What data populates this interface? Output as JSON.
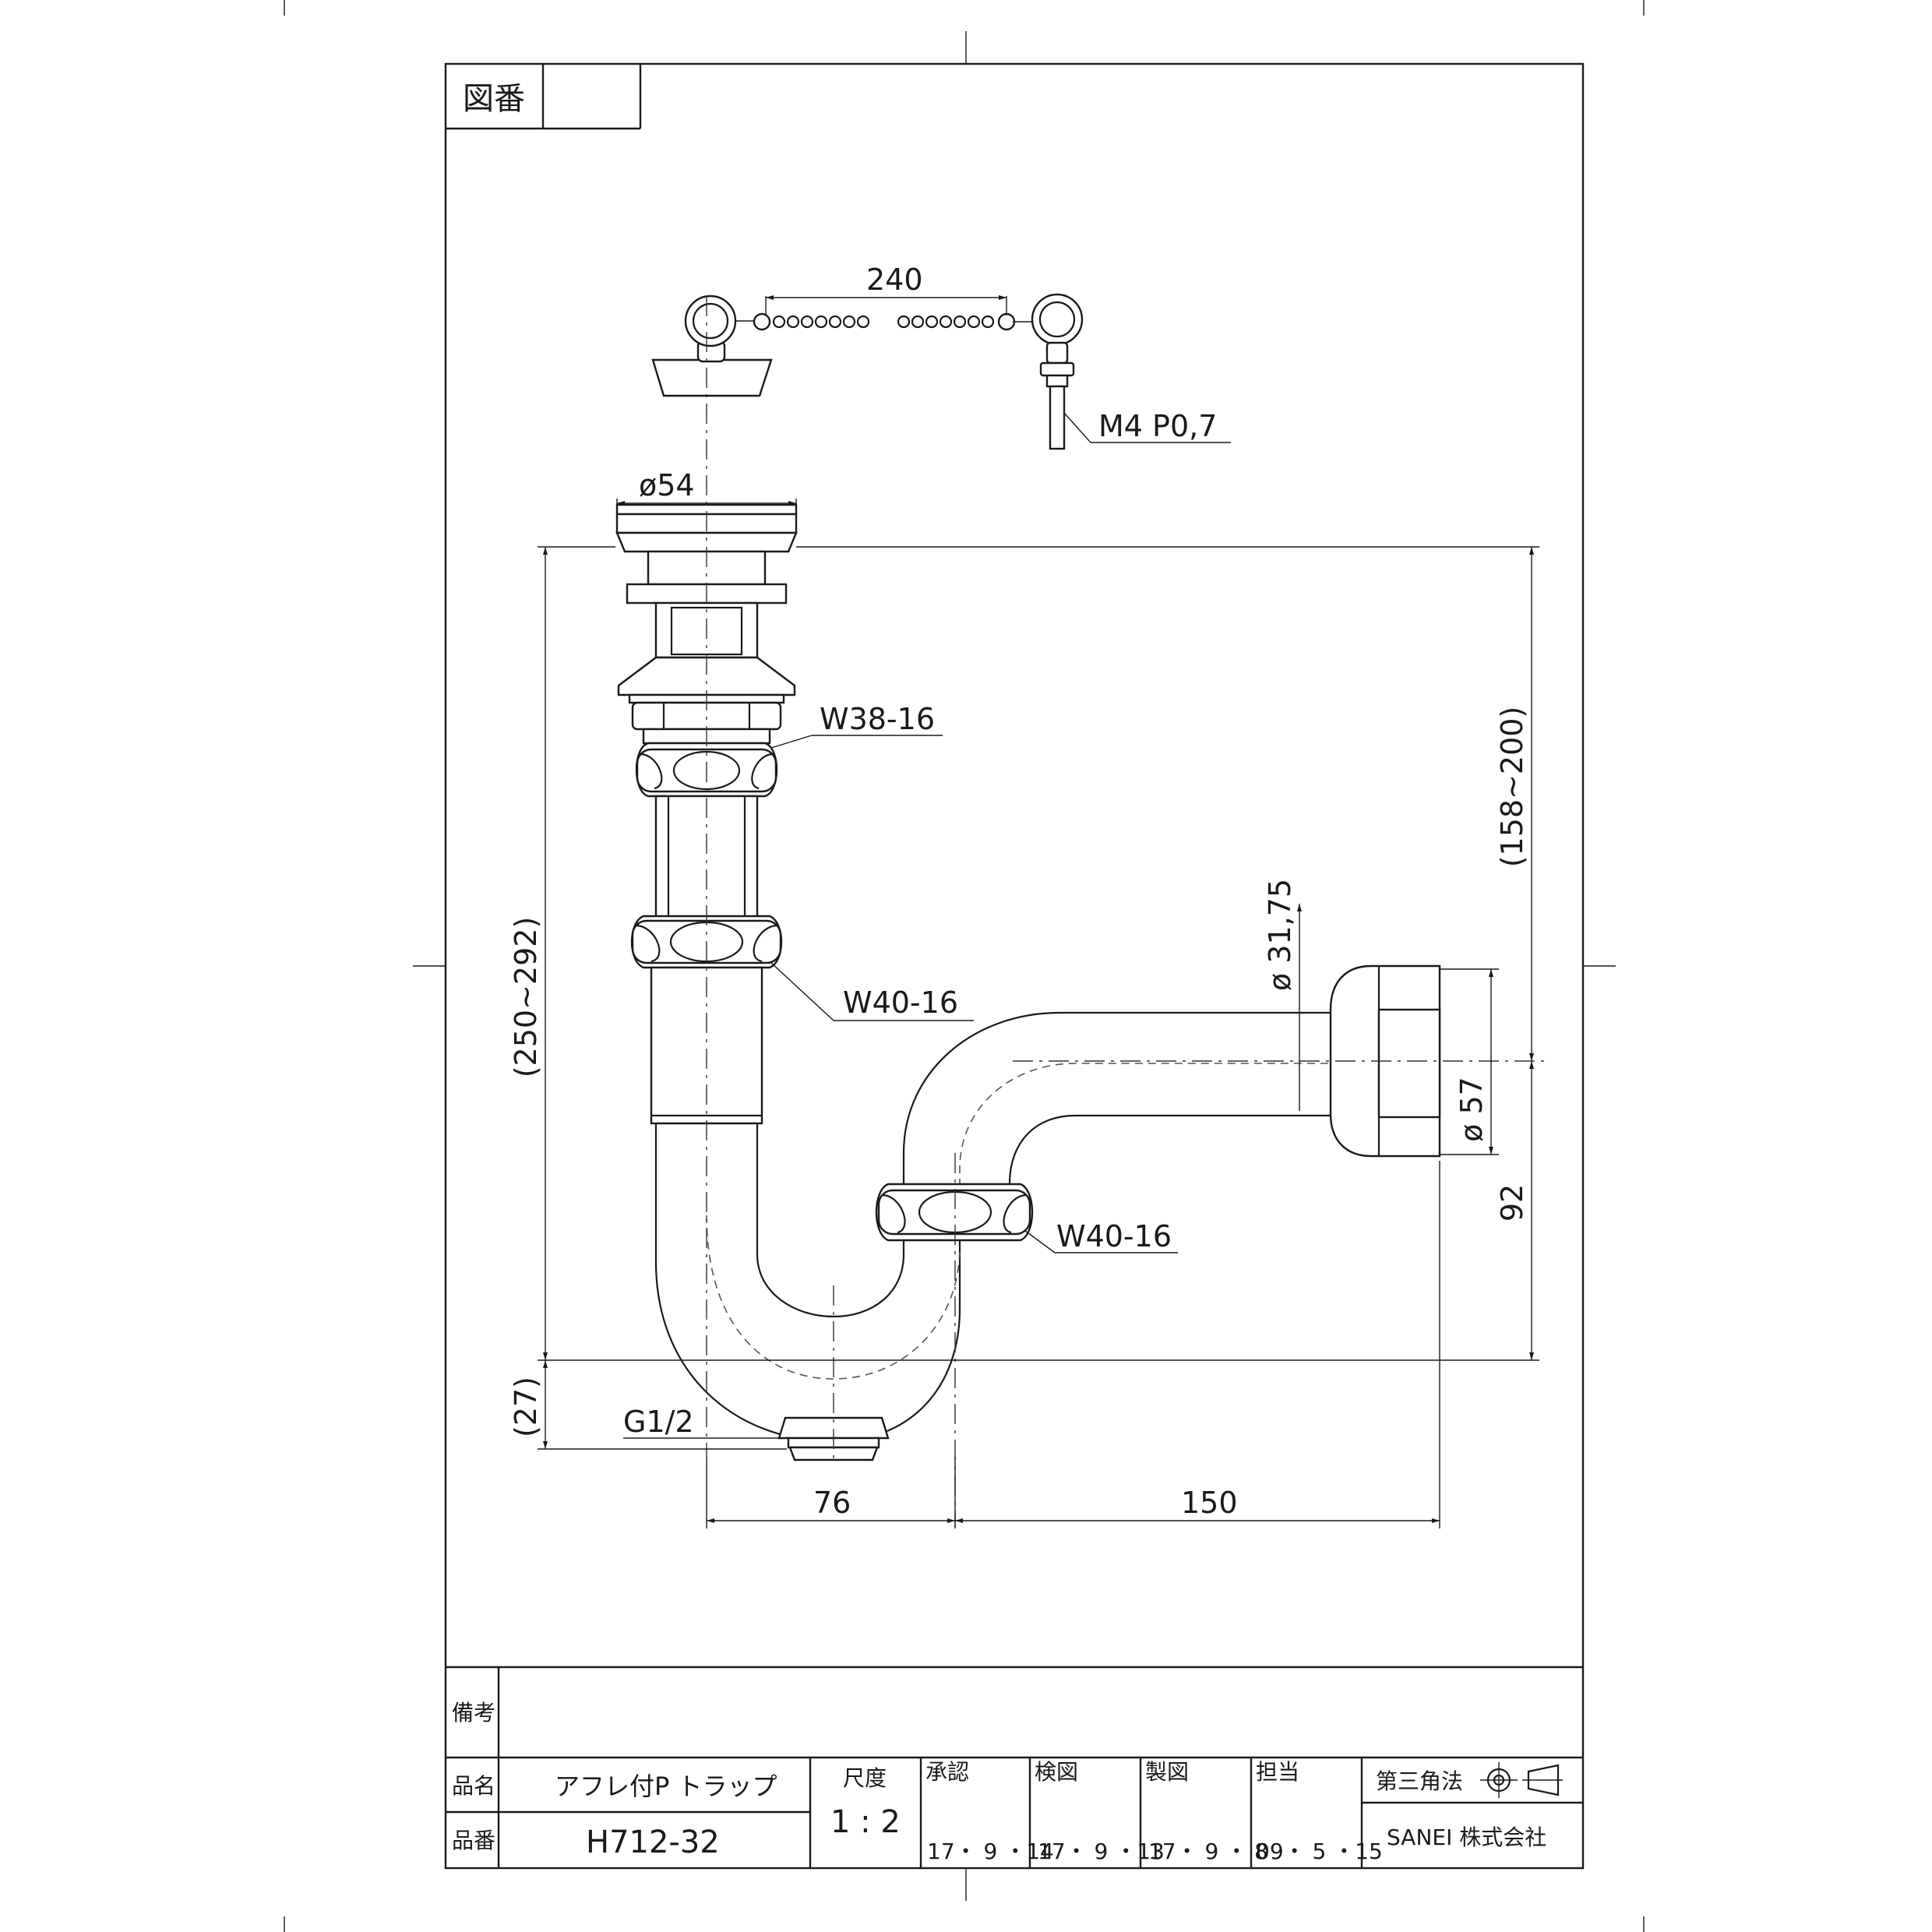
{
  "drawing_number": {
    "label": "図番",
    "value": ""
  },
  "dimensions": {
    "chain_length": "240",
    "thread": "M4 P0,7",
    "top_diameter": "ø54",
    "nut_top": "W38-16",
    "nut_middle": "W40-16",
    "nut_bottom": "W40-16",
    "outlet_pipe_diameter": "ø 31,75",
    "flange_diameter": "ø 57",
    "height_left": "(250~292)",
    "height_right": "(158~200)",
    "bottom_offset": "(27)",
    "drain_plug": "G1/2",
    "horizontal_left": "76",
    "horizontal_right": "150",
    "vertical_right": "92"
  },
  "title_block": {
    "remarks_label": "備考",
    "name_label": "品名",
    "name_value": "アフレ付P トラップ",
    "number_label": "品番",
    "number_value": "H712-32",
    "scale_label": "尺度",
    "scale_value": "1 : 2",
    "approved_label": "承認",
    "approved_date": "17・ 9 ・14",
    "checked_label": "検図",
    "checked_date": "17・ 9 ・13",
    "drawn_label": "製図",
    "drawn_date": "17・ 9 ・ 8",
    "charge_label": "担当",
    "charge_date": "09・ 5 ・15",
    "projection_label": "第三角法",
    "company": "SANEI 株式会社"
  }
}
